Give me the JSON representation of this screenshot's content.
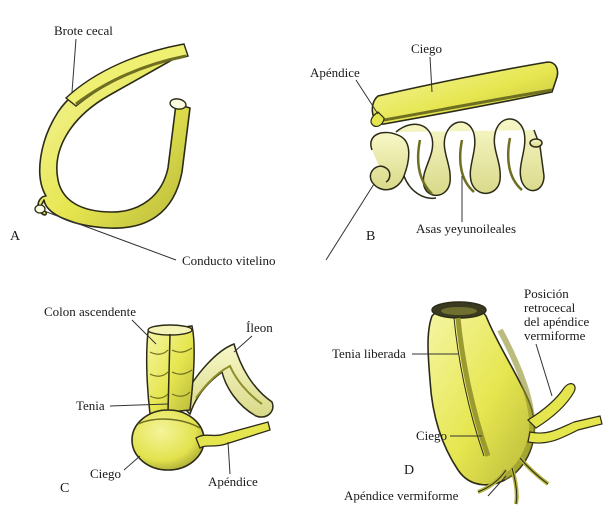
{
  "colors": {
    "tissue_fill": "#ecec5a",
    "tissue_light": "#f3f39a",
    "tissue_shadow": "#8f8f2a",
    "outline": "#2b2b18",
    "leader": "#333333"
  },
  "panels": {
    "a": {
      "letter": "A",
      "labels": {
        "brote_cecal": "Brote cecal"
      }
    },
    "b": {
      "letter": "B",
      "labels": {
        "ciego": "Ciego",
        "apendice": "Apéndice",
        "asas": "Asas yeyunoileales"
      }
    },
    "shared": {
      "conducto_vitelino": "Conducto vitelino"
    },
    "c": {
      "letter": "C",
      "labels": {
        "colon": "Colon ascendente",
        "ileon": "Íleon",
        "tenia": "Tenia",
        "ciego": "Ciego",
        "apendice": "Apéndice"
      }
    },
    "d": {
      "letter": "D",
      "labels": {
        "posicion_l1": "Posición",
        "posicion_l2": "retrocecal",
        "posicion_l3": "del apéndice",
        "posicion_l4": "vermiforme",
        "tenia_liberada": "Tenia liberada",
        "ciego": "Ciego",
        "apendice_vermiforme": "Apéndice vermiforme"
      }
    }
  }
}
